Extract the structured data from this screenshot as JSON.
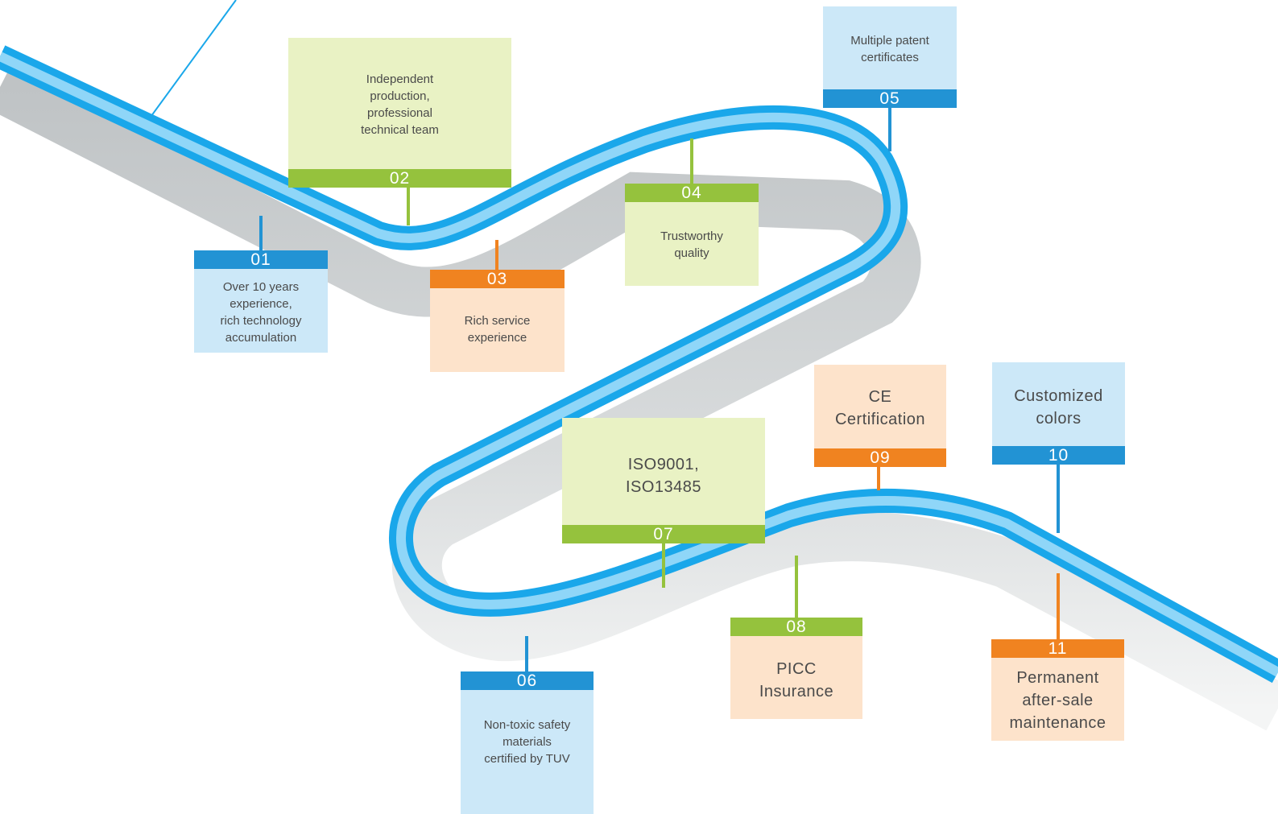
{
  "colors": {
    "track_outer": "#1aa7ea",
    "track_inner": "#8fd6f8",
    "wall": "#c8ccce",
    "blue_card": "#cce8f8",
    "blue_band": "#2293d4",
    "green_card": "#e9f2c4",
    "green_band": "#95c23d",
    "orange_card": "#fde3cb",
    "orange_band": "#f08320"
  },
  "milestones": [
    {
      "num": "01",
      "text": "Over 10 years\nexperience,\nrich technology\naccumulation",
      "color": "blue"
    },
    {
      "num": "02",
      "text": "Independent\nproduction,\nprofessional\ntechnical team",
      "color": "green"
    },
    {
      "num": "03",
      "text": "Rich service\nexperience",
      "color": "orange"
    },
    {
      "num": "04",
      "text": "Trustworthy\nquality",
      "color": "green"
    },
    {
      "num": "05",
      "text": "Multiple patent\ncertificates",
      "color": "blue"
    },
    {
      "num": "06",
      "text": "Non-toxic safety\nmaterials\ncertified by TUV",
      "color": "blue"
    },
    {
      "num": "07",
      "text": "ISO9001,\nISO13485",
      "color": "green"
    },
    {
      "num": "08",
      "text": "PICC\nInsurance",
      "color": "green"
    },
    {
      "num": "09",
      "text": "CE\nCertification",
      "color": "orange"
    },
    {
      "num": "10",
      "text": "Customized\ncolors",
      "color": "blue"
    },
    {
      "num": "11",
      "text": "Permanent\nafter-sale\nmaintenance",
      "color": "orange"
    }
  ]
}
